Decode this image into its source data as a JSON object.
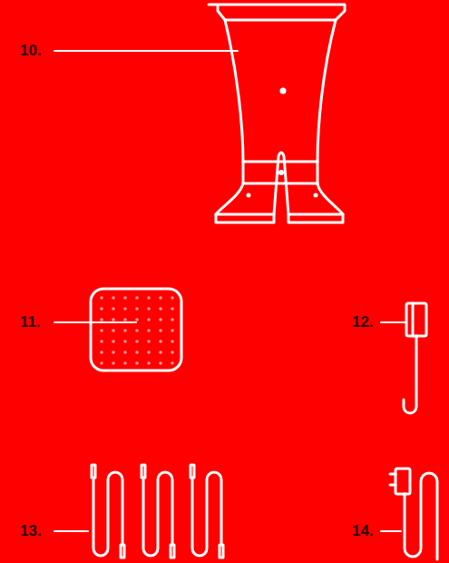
{
  "diagram": {
    "labels": [
      "10.",
      "11.",
      "12.",
      "13.",
      "14."
    ]
  }
}
